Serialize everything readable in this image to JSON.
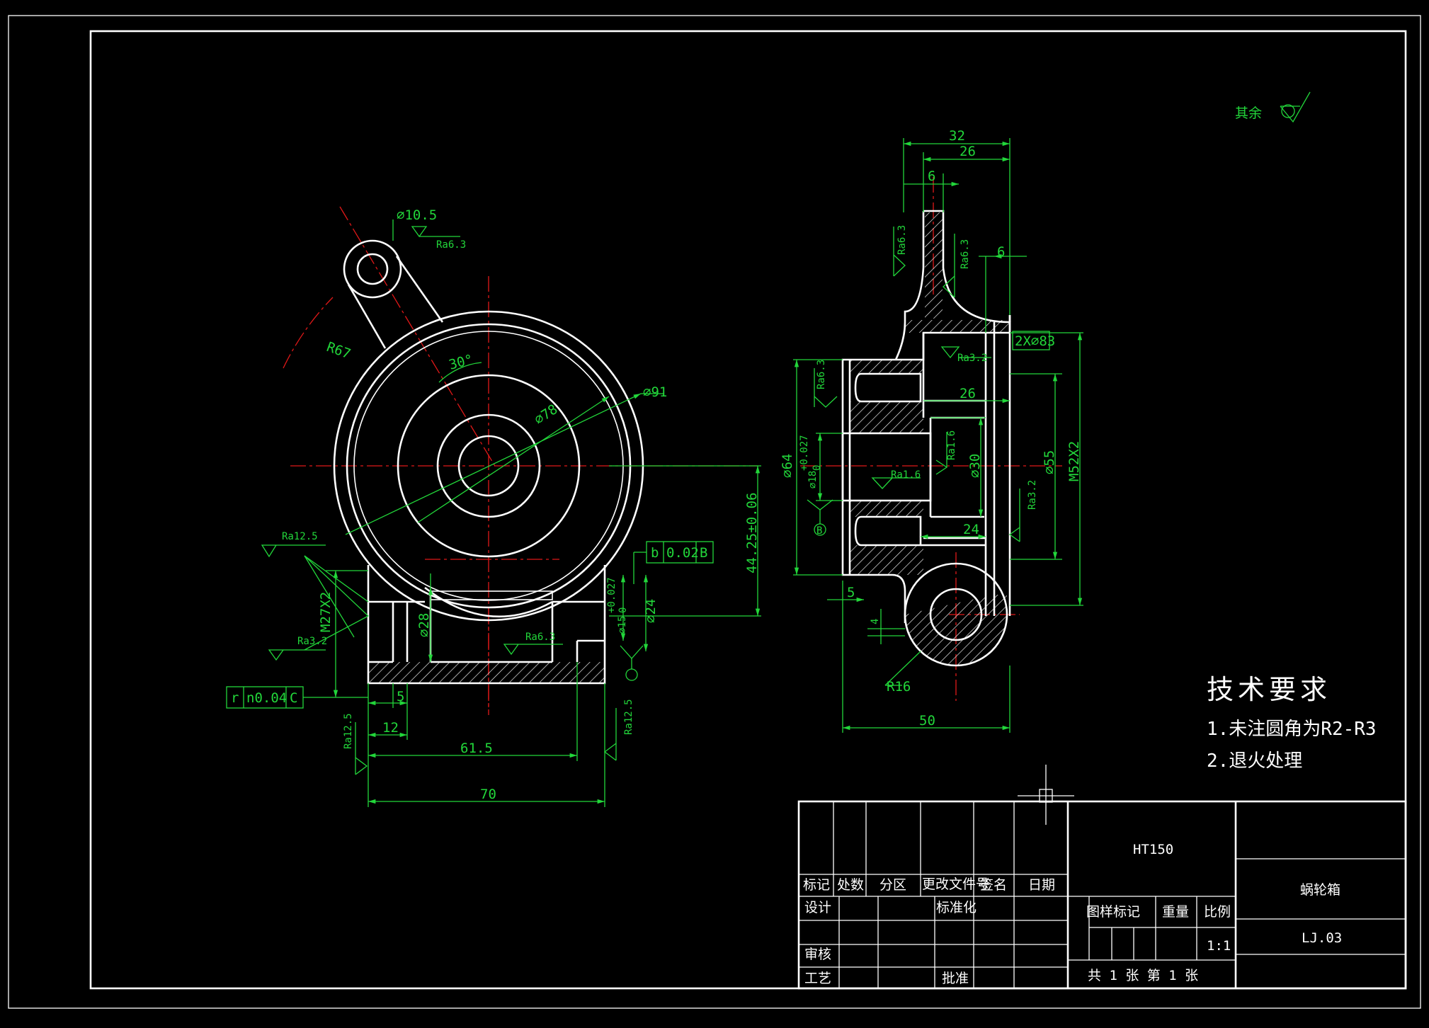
{
  "colors": {
    "background": "#000000",
    "outline": "#ffffff",
    "dimension": "#22d63a",
    "centerline": "#e01818"
  },
  "surface_note": {
    "label": "其余"
  },
  "front_view": {
    "dims": {
      "hole_dia": "⌀10.5",
      "ra_hole": "Ra6.3",
      "r67": "R67",
      "angle": "30°",
      "d78": "⌀78",
      "d91": "⌀91",
      "ra125_top": "Ra12.5",
      "m27": "M27X2",
      "ra32": "Ra3.2",
      "d28": "⌀28",
      "ra63_base": "Ra6.3",
      "tol_b1": "b",
      "tol_b2": "0.02",
      "tol_b3": "B",
      "d15": "⌀15",
      "d15_tol": "+0.027",
      "d15_tol2": "0",
      "d24": "⌀24",
      "h4425": "44.25±0.06",
      "tol_c1": "r",
      "tol_c2": "n0.04",
      "tol_c3": "C",
      "d5": "5",
      "d12": "12",
      "d615": "61.5",
      "d70": "70",
      "ra125_left": "Ra12.5",
      "ra125_right": "Ra12.5"
    }
  },
  "side_view": {
    "dims": {
      "d32": "32",
      "d26_top": "26",
      "d6_top": "6",
      "d6_right": "6",
      "ra63_a": "Ra6.3",
      "ra63_b": "Ra6.3",
      "ra63_c": "Ra6.3",
      "ra32": "Ra3.2",
      "d283": "2X⌀83",
      "d26_mid": "26",
      "d64": "⌀64",
      "d18": "⌀18",
      "d18_tol": "+0.027",
      "d18_tol2": "0",
      "ra16_a": "Ra1.6",
      "ra16_b": "Ra1.6",
      "d30": "⌀30",
      "d55": "⌀55",
      "m52": "M52X2",
      "ra32_b": "Ra3.2",
      "d24": "24",
      "datum_b": "B",
      "d5": "5",
      "d4": "4",
      "r16": "R16",
      "d50": "50"
    }
  },
  "tech_req": {
    "title": "技术要求",
    "items": [
      "1.未注圆角为R2-R3",
      "2.退火处理"
    ]
  },
  "title_block": {
    "material": "HT150",
    "part_name": "蜗轮箱",
    "drawing_no": "LJ.03",
    "scale": "1:1",
    "sheets": "共 1 张   第 1 张",
    "headers": [
      "标记",
      "处数",
      "分区",
      "更改文件号",
      "签名",
      "日期"
    ],
    "design": "设计",
    "standard": "标准化",
    "review": "审核",
    "process": "工艺",
    "approve": "批准",
    "mark": "图样标记",
    "weight": "重量",
    "ratio": "比例"
  }
}
